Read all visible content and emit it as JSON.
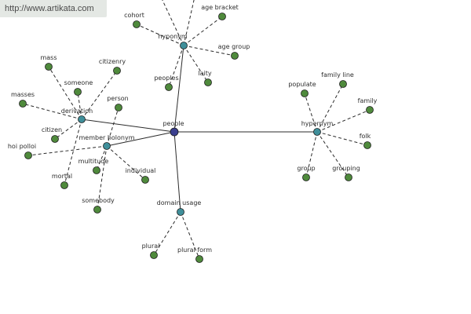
{
  "banner": {
    "text": "http://www.artikata.com"
  },
  "colors": {
    "center": "#3b3f8f",
    "hub": "#3f8f9a",
    "leaf": "#4f8a3c",
    "edge": "#2b2b2b"
  },
  "graph": {
    "center": {
      "id": "people",
      "label": "people"
    },
    "hubs": [
      {
        "id": "hyponym",
        "label": "hyponym"
      },
      {
        "id": "hypernym",
        "label": "hypernym"
      },
      {
        "id": "derivation",
        "label": "derivation"
      },
      {
        "id": "member_holonym",
        "label": "member holonym"
      },
      {
        "id": "domain_usage",
        "label": "domain usage"
      }
    ],
    "leaves": [
      {
        "id": "cohort",
        "label": "cohort",
        "hub": "hyponym"
      },
      {
        "id": "age_bracket",
        "label": "age bracket",
        "hub": "hyponym"
      },
      {
        "id": "age_group",
        "label": "age group",
        "hub": "hyponym"
      },
      {
        "id": "laity",
        "label": "laity",
        "hub": "hyponym"
      },
      {
        "id": "peoples",
        "label": "peoples",
        "hub": "hyponym"
      },
      {
        "id": "populate",
        "label": "populate",
        "hub": "hypernym"
      },
      {
        "id": "family_line",
        "label": "family line",
        "hub": "hypernym"
      },
      {
        "id": "family",
        "label": "family",
        "hub": "hypernym"
      },
      {
        "id": "folk",
        "label": "folk",
        "hub": "hypernym"
      },
      {
        "id": "grouping",
        "label": "grouping",
        "hub": "hypernym"
      },
      {
        "id": "group",
        "label": "group",
        "hub": "hypernym"
      },
      {
        "id": "mass",
        "label": "mass",
        "hub": "derivation"
      },
      {
        "id": "citizenry",
        "label": "citizenry",
        "hub": "derivation"
      },
      {
        "id": "someone",
        "label": "someone",
        "hub": "derivation"
      },
      {
        "id": "masses",
        "label": "masses",
        "hub": "derivation"
      },
      {
        "id": "citizen",
        "label": "citizen",
        "hub": "derivation"
      },
      {
        "id": "mortal",
        "label": "mortal",
        "hub": "derivation"
      },
      {
        "id": "person",
        "label": "person",
        "hub": "member_holonym"
      },
      {
        "id": "hoi_polloi",
        "label": "hoi polloi",
        "hub": "member_holonym"
      },
      {
        "id": "multitude",
        "label": "multitude",
        "hub": "member_holonym"
      },
      {
        "id": "individual",
        "label": "individual",
        "hub": "member_holonym"
      },
      {
        "id": "somebody",
        "label": "somebody",
        "hub": "member_holonym"
      },
      {
        "id": "plural",
        "label": "plural",
        "hub": "domain_usage"
      },
      {
        "id": "plural_form",
        "label": "plural form",
        "hub": "domain_usage"
      }
    ]
  }
}
